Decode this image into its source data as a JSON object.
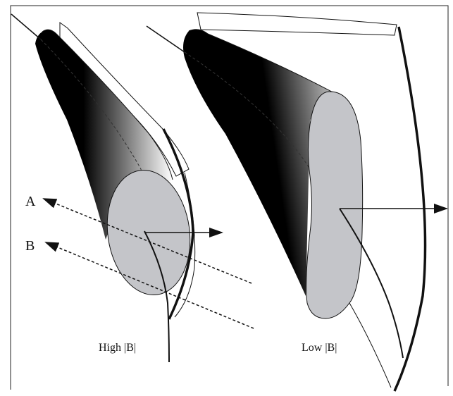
{
  "diagram": {
    "labels": {
      "a": "A",
      "b": "B",
      "high": "High |B|",
      "low": "Low |B|"
    },
    "colors": {
      "tube_dark": "#000000",
      "tube_light": "#ffffff",
      "cross_section": "#c4c5c9",
      "line": "#111111"
    }
  }
}
